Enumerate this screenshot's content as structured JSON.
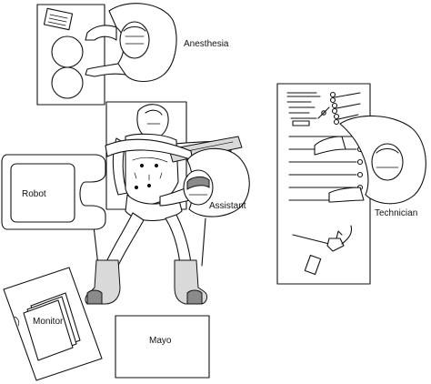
{
  "labels": {
    "anesthesia": "Anesthesia",
    "robot": "Robot",
    "assistant": "Assistant",
    "technician": "Technician",
    "monitor": "Monitor",
    "mayo": "Mayo"
  },
  "colors": {
    "line": "#111111",
    "background": "#ffffff",
    "shade_light": "#d9d9d9",
    "shade_dark": "#8a8a8a"
  },
  "icons": {
    "anesthesia_person": "person-top-view",
    "assistant_person": "person-top-view",
    "technician_person": "person-top-view",
    "patient": "patient-on-table",
    "instruments": "surgical-instruments"
  }
}
